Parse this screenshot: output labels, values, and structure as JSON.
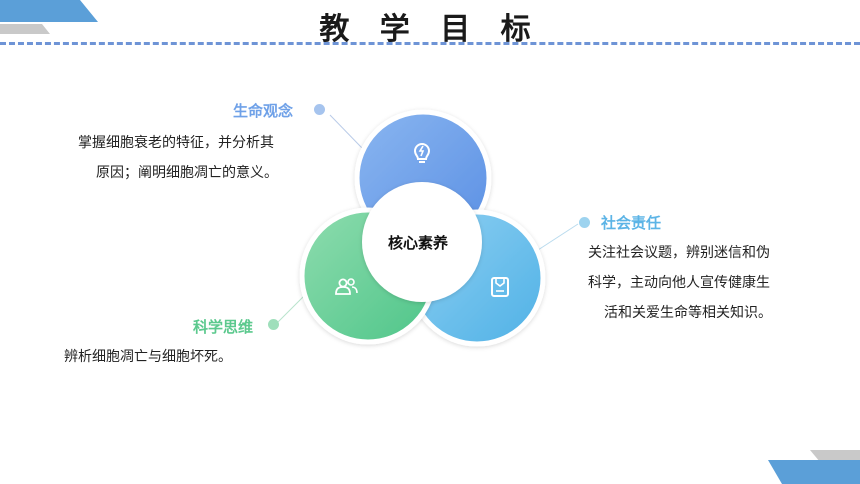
{
  "title": "教 学 目 标",
  "center_label": "核心素养",
  "items": [
    {
      "id": "life",
      "label": "生命观念",
      "lines": [
        "掌握细胞衰老的特征，并分析其",
        "原因；阐明细胞凋亡的意义。"
      ],
      "color": "#6fa1e8",
      "icon": "lightbulb-icon"
    },
    {
      "id": "social",
      "label": "社会责任",
      "lines": [
        "关注社会议题，辨别迷信和伪",
        "科学，主动向他人宣传健康生",
        "活和关爱生命等相关知识。"
      ],
      "color": "#5cb4e6",
      "icon": "badge-icon"
    },
    {
      "id": "science",
      "label": "科学思维",
      "lines": [
        "辨析细胞凋亡与细胞坏死。"
      ],
      "color": "#5cc98e",
      "icon": "people-icon"
    }
  ],
  "colors": {
    "accent_blue": "#6e94d6",
    "circle_top": "#6fa1e8",
    "circle_right": "#66bde9",
    "circle_left": "#66cf98"
  }
}
